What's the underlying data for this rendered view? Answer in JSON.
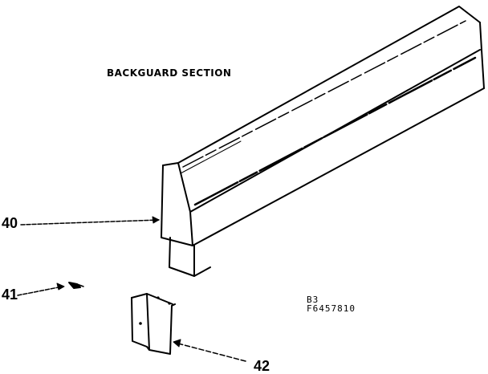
{
  "diagram": {
    "title": "BACKGUARD SECTION",
    "callouts": [
      {
        "id": "40",
        "label": "40"
      },
      {
        "id": "41",
        "label": "41"
      },
      {
        "id": "42",
        "label": "42"
      }
    ],
    "drawing_code": {
      "line1": "B3",
      "line2": "F6457810"
    }
  }
}
